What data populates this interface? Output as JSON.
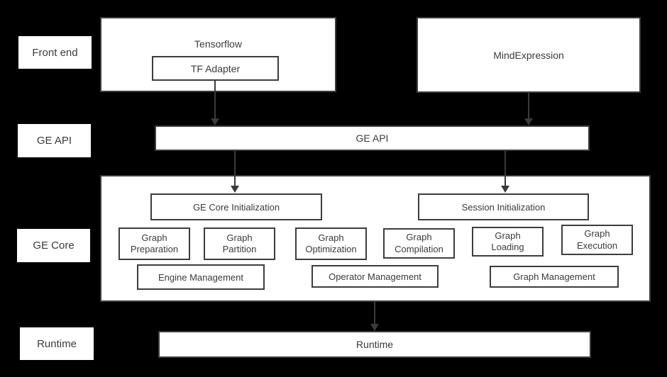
{
  "palette": {
    "background": "#000000",
    "box_fill": "#ffffff",
    "border": "#3d3d3d",
    "text": "#3b3b3b",
    "arrow": "#3a3a3a"
  },
  "side_labels": {
    "front_end": "Front end",
    "ge_api": "GE API",
    "ge_core": "GE Core",
    "runtime": "Runtime"
  },
  "front_end": {
    "tensorflow_title": "Tensorflow",
    "tf_adapter": "TF Adapter",
    "mind_expression": "MindExpression"
  },
  "ge_api_bar": {
    "label": "GE API"
  },
  "ge_core": {
    "core_init": "GE Core Initialization",
    "session_init": "Session Initialization",
    "stages": [
      "Graph\nPreparation",
      "Graph\nPartition",
      "Graph\nOptimization",
      "Graph\nCompilation",
      "Graph\nLoading",
      "Graph\nExecution"
    ],
    "management": [
      "Engine Management",
      "Operator Management",
      "Graph Management"
    ]
  },
  "runtime_bar": {
    "label": "Runtime"
  }
}
